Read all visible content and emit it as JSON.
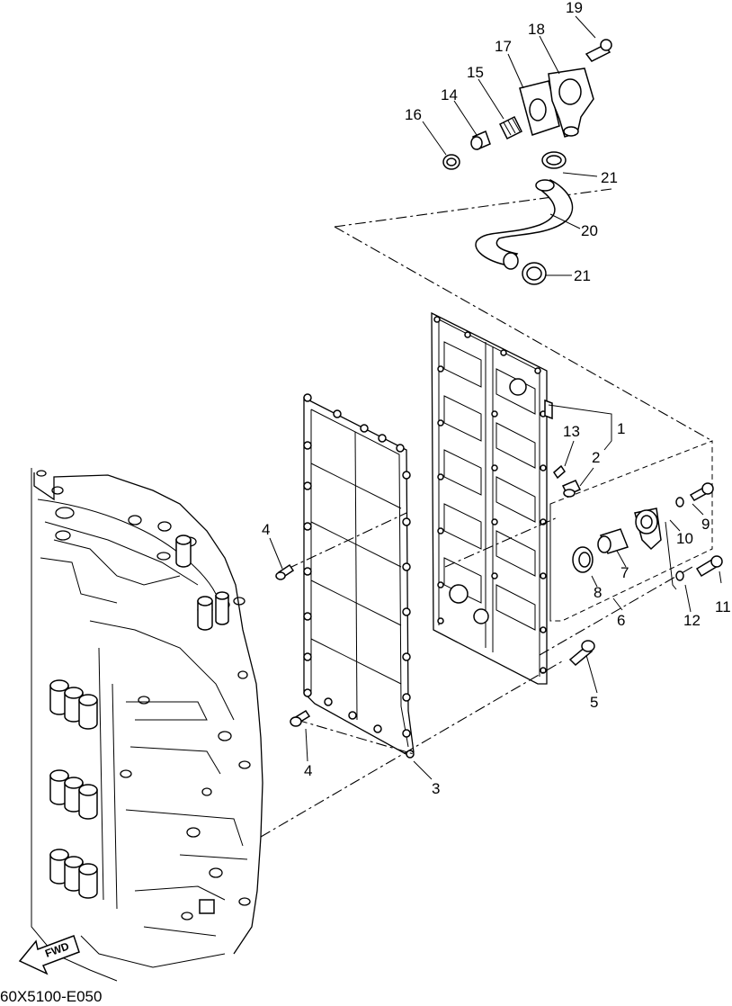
{
  "diagram": {
    "code": "60X5100-E050",
    "fwd_label": "FWD",
    "callouts": {
      "c1": "1",
      "c2": "2",
      "c3": "3",
      "c4a": "4",
      "c4b": "4",
      "c5": "5",
      "c6": "6",
      "c7": "7",
      "c8": "8",
      "c9": "9",
      "c10": "10",
      "c11": "11",
      "c12": "12",
      "c13": "13",
      "c14": "14",
      "c15": "15",
      "c16": "16",
      "c17": "17",
      "c18": "18",
      "c19": "19",
      "c20": "20",
      "c21a": "21",
      "c21b": "21"
    }
  }
}
